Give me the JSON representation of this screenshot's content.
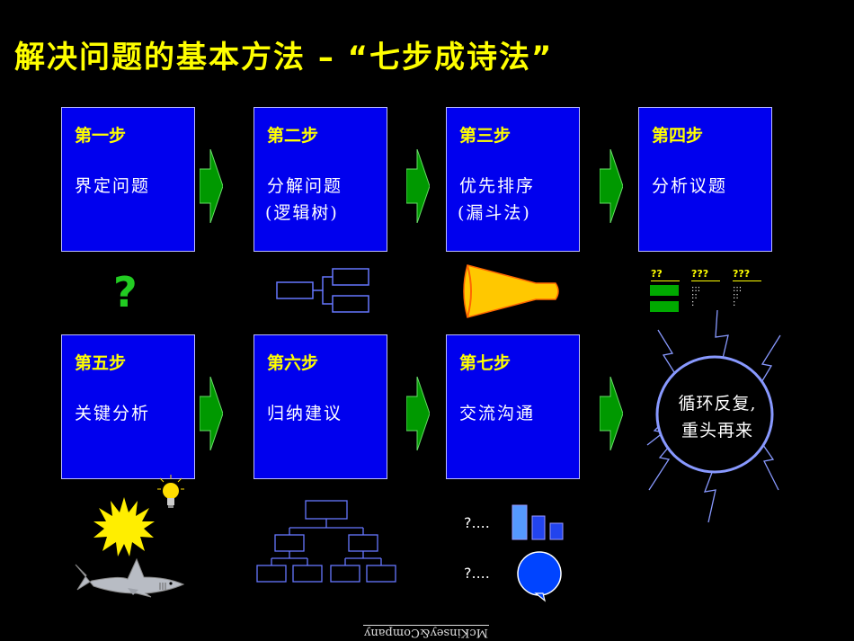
{
  "title": "解决问题的基本方法 – “七步成诗法”",
  "steps": [
    {
      "num": "第一步",
      "label": "界定问题",
      "label2": ""
    },
    {
      "num": "第二步",
      "label": "分解问题",
      "label2": "(逻辑树)"
    },
    {
      "num": "第三步",
      "label": "优先排序",
      "label2": "(漏斗法)"
    },
    {
      "num": "第四步",
      "label": "分析议题",
      "label2": ""
    },
    {
      "num": "第五步",
      "label": "关键分析",
      "label2": ""
    },
    {
      "num": "第六步",
      "label": "归纳建议",
      "label2": ""
    },
    {
      "num": "第七步",
      "label": "交流沟通",
      "label2": ""
    }
  ],
  "icons": {
    "question_mark": "?",
    "step4_headers": [
      "??",
      "???",
      "???"
    ],
    "step4_dots": [
      ":::\n::\n:",
      ":::\n::\n:"
    ],
    "step7_questions": [
      "?....",
      "?...."
    ]
  },
  "cycle": {
    "line1": "循环反复,",
    "line2": "重头再来"
  },
  "logo": "McKinsey&Company",
  "colors": {
    "box": "#0000ee",
    "arrow": "#009900",
    "title": "#ffff00",
    "cycle_circle": "#8899ff"
  }
}
